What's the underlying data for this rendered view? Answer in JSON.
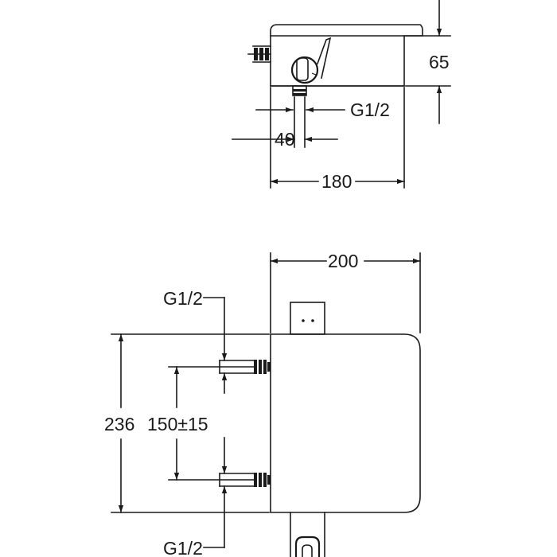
{
  "top_view": {
    "height_label": "65",
    "width_label": "180",
    "inlet_offset_label": "40",
    "thread_label": "G1/2"
  },
  "front_view": {
    "width_label": "200",
    "height_label": "236",
    "inlet_spacing_label": "150±15",
    "thread_top_label": "G1/2",
    "thread_bottom_label": "G1/2"
  }
}
